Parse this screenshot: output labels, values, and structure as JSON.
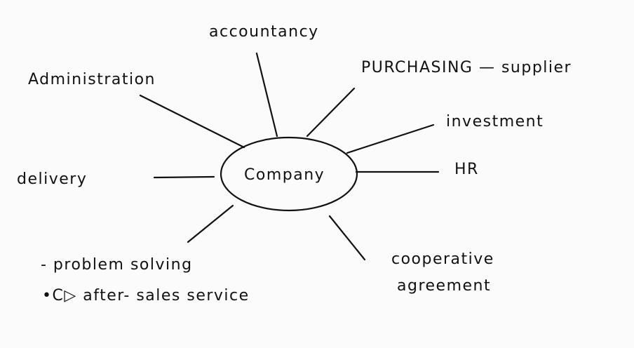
{
  "diagram": {
    "center": "Company",
    "branches": {
      "accountancy": "accountancy",
      "purchasing": "PURCHASING — supplier",
      "investment": "investment",
      "hr": "HR",
      "cooperative_1": "cooperative",
      "cooperative_2": "agreement",
      "problem_solving": "- problem solving",
      "after_sales": "•C▷ after- sales service",
      "delivery": "delivery",
      "administration": "Administration"
    }
  }
}
